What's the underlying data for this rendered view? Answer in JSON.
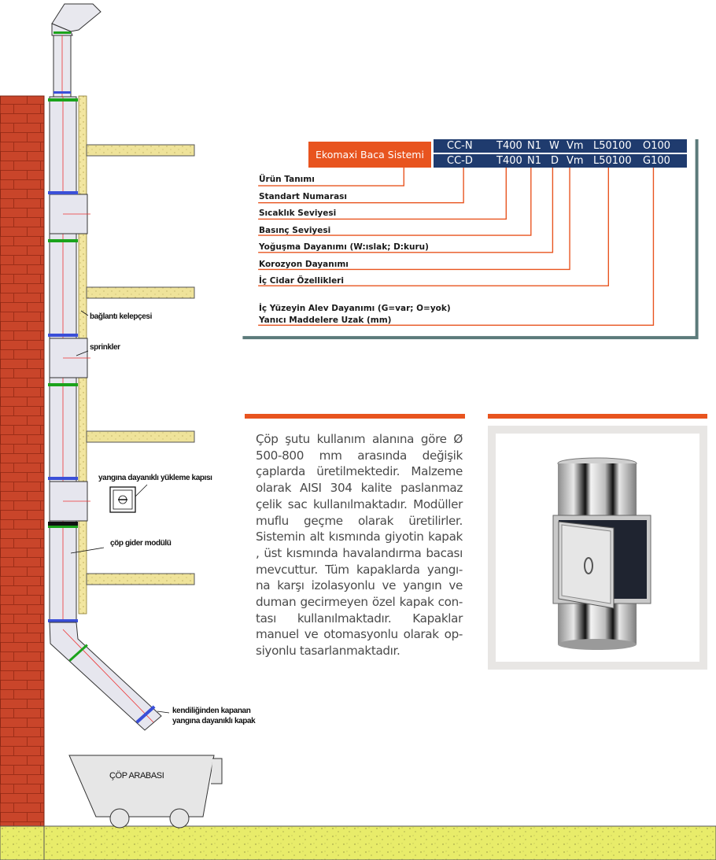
{
  "spec": {
    "brand": "Ekomaxi Baca Sistemi",
    "code_rows": [
      [
        "CC-N",
        "T400",
        "N1",
        "W",
        "Vm",
        "L50100",
        "O100"
      ],
      [
        "CC-D",
        "T400",
        "N1",
        "D",
        "Vm",
        "L50100",
        "G100"
      ]
    ],
    "items": [
      "Ürün Tanımı",
      "Standart Numarası",
      "Sıcaklık Seviyesi",
      "Basınç Seviyesi",
      "Yoğuşma Dayanımı (W:ıslak; D:kuru)",
      "Korozyon Dayanımı",
      "İç Cidar Özellikleri",
      "İç Yüzeyin Alev Dayanımı (G=var; O=yok)",
      "Yanıcı Maddelere Uzak (mm)"
    ]
  },
  "description": "Çöp şutu kullanım alanına göre Ø 500-800 mm arasında değişik çaplarda üretilmektedir. Malzeme olarak AISI 304 kalite paslanmaz çelik sac kullanılmaktadır. Modüller muflu geçme olarak üretilirler. Sistemin alt kısmında giyotin kapak , üst kısmında havalandırma bacası mevcuttur. Tüm kapaklarda yangı-na karşı izolasyonlu ve yangın ve duman gecirmeyen özel kapak con-tası kullanılmaktadır. Kapaklar manuel ve otomasyonlu olarak op-siyonlu tasarlanmaktadır.",
  "callouts": {
    "clamp": "bağlantı kelepçesi",
    "sprinkler": "sprinkler",
    "loading_door": "yangına dayanıklı yükleme kapısı",
    "discharge_module": "çöp gider modülü",
    "self_closing_line1": "kendiliğinden kapanan",
    "self_closing_line2": "yangına dayanıklı kapak",
    "cart": "ÇÖP ARABASI"
  },
  "colors": {
    "brick": "#c9452a",
    "accent": "#e8541f",
    "navy": "#1f3b6e",
    "ground": "#e8ec6a",
    "slab": "#efe39a",
    "panel_line": "#5b7a7a"
  }
}
